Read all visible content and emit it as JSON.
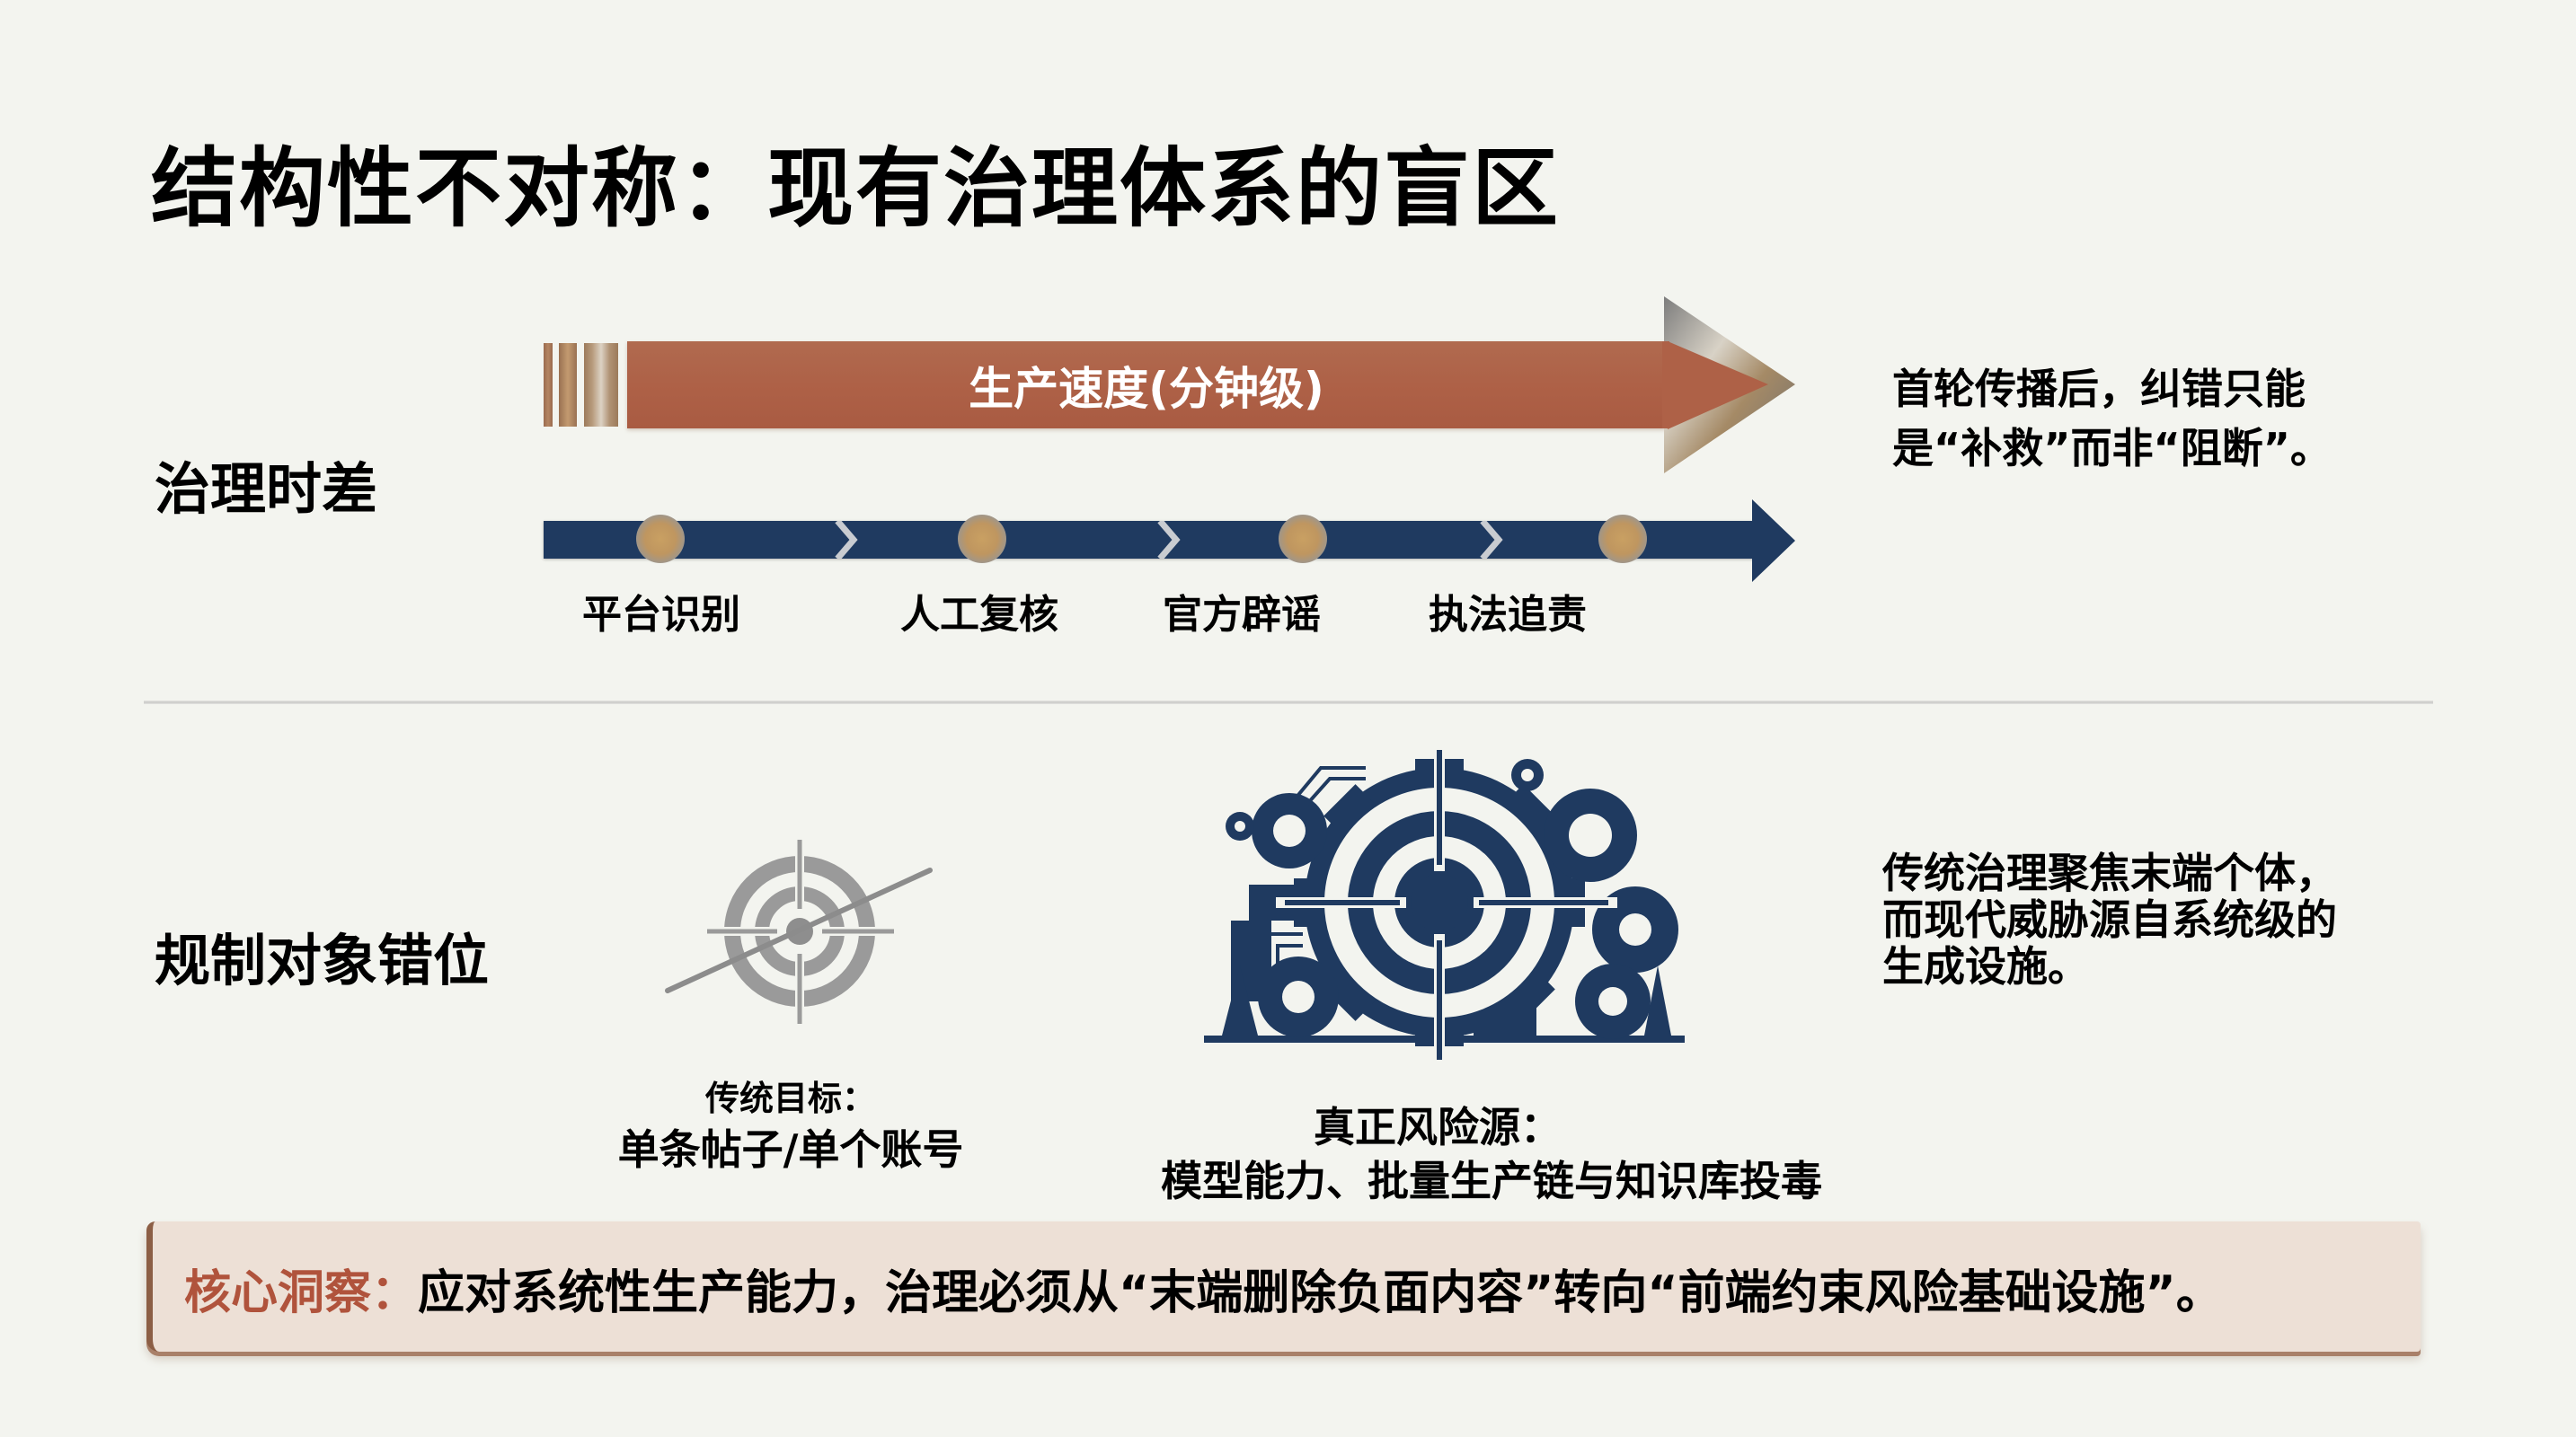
{
  "title": "结构性不对称：现有治理体系的盲区",
  "colors": {
    "background": "#F3F4EF",
    "speed_arrow": "#AE6147",
    "process_arrow": "#1F3A60",
    "insight_accent": "#B0533C",
    "insight_box": "#EDE0D6"
  },
  "section1": {
    "label": "治理时差",
    "speed_arrow": {
      "label": "生产速度(分钟级)",
      "icon": "arrow-right-icon"
    },
    "process_steps": [
      {
        "label": "平台识别"
      },
      {
        "label": "人工复核"
      },
      {
        "label": "官方辟谣"
      },
      {
        "label": "执法追责"
      }
    ],
    "note_lines": [
      "首轮传播后，纠错只能",
      "是“补救”而非“阻断”。"
    ]
  },
  "section2": {
    "label": "规制对象错位",
    "traditional": {
      "icon": "crossed-out-target-icon",
      "caption_title": "传统目标：",
      "caption_body": "单条帖子/单个账号"
    },
    "real_risk": {
      "icon": "gear-target-infrastructure-icon",
      "caption_title": "真正风险源：",
      "caption_body": "模型能力、批量生产链与知识库投毒"
    },
    "note_lines": [
      "传统治理聚焦末端个体，",
      "而现代威胁源自系统级的",
      "生成设施。"
    ]
  },
  "insight": {
    "key": "核心洞察：",
    "text": "应对系统性生产能力，治理必须从“末端删除负面内容”转向“前端约束风险基础设施”。"
  }
}
